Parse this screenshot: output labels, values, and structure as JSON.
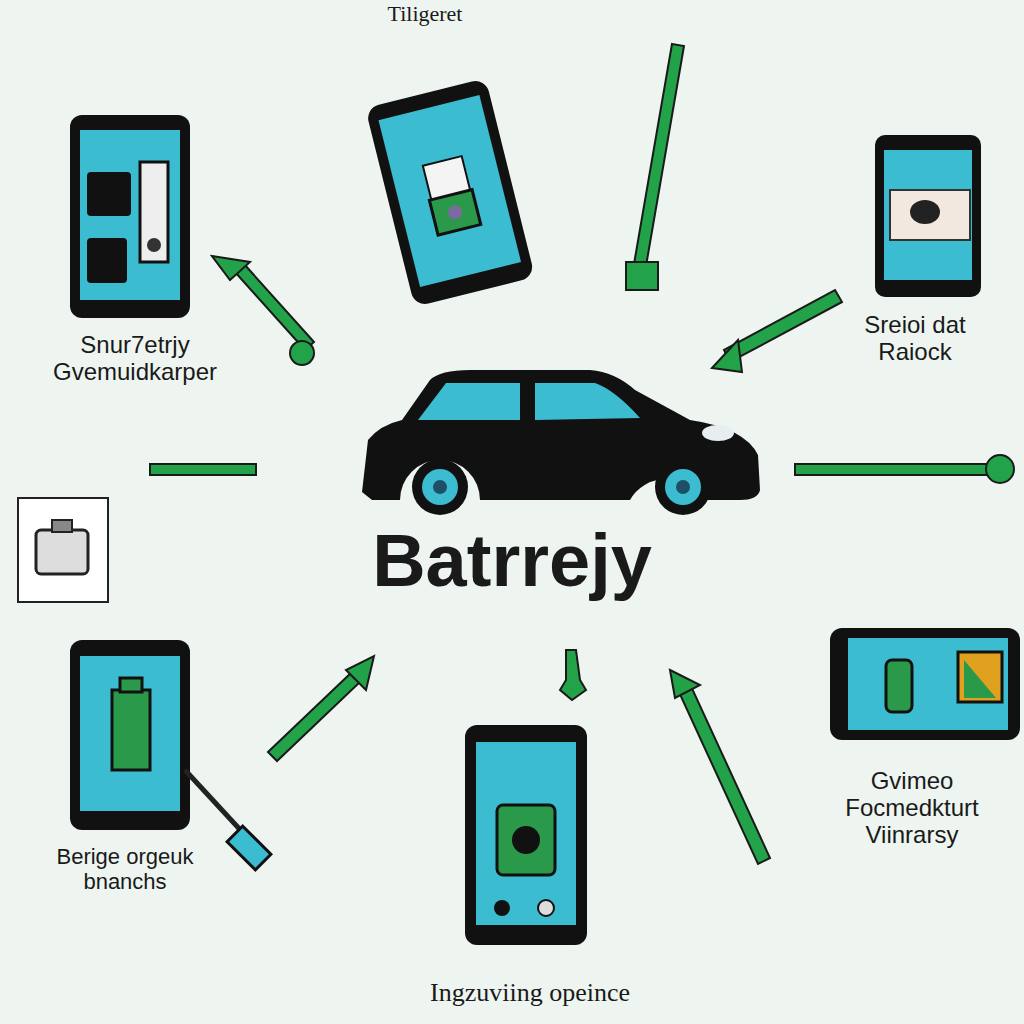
{
  "diagram": {
    "labels": [
      "Tiligeret",
      "Snur7etrjy Gvemuidkarper",
      "Sreioi dat Raiock",
      "Batrrejy",
      "Berige orgeuk bnanchs",
      "Gvimeo Focmedkturt Viinrarsy",
      "Ingzuviing opeince"
    ]
  }
}
